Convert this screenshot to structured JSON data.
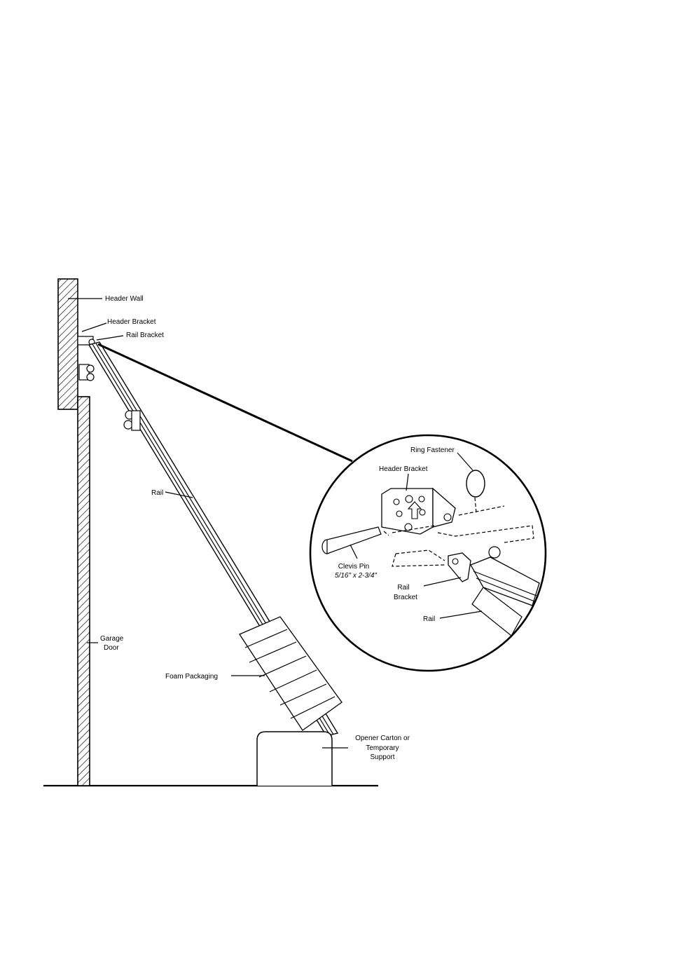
{
  "labels": {
    "header_wall": "Header Wall",
    "header_bracket": "Header Bracket",
    "rail_bracket": "Rail Bracket",
    "rail": "Rail",
    "garage_door_line1": "Garage",
    "garage_door_line2": "Door",
    "foam_packaging": "Foam Packaging",
    "opener_line1": "Opener Carton or",
    "opener_line2": "Temporary",
    "opener_line3": "Support"
  },
  "detail": {
    "ring_fastener": "Ring Fastener",
    "header_bracket": "Header Bracket",
    "clevis_pin_line1": "Clevis Pin",
    "clevis_pin_line2": "5/16\" x 2-3/4\"",
    "rail_bracket_line1": "Rail",
    "rail_bracket_line2": "Bracket",
    "rail": "Rail"
  }
}
